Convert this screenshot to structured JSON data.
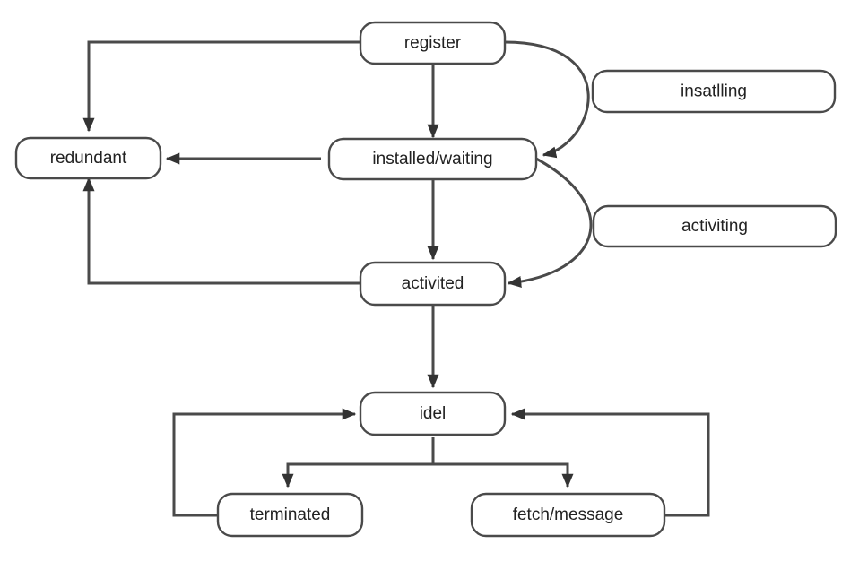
{
  "diagram": {
    "nodes": {
      "register": "register",
      "redundant": "redundant",
      "installed_waiting": "installed/waiting",
      "activited": "activited",
      "idel": "idel",
      "terminated": "terminated",
      "fetch_message": "fetch/message",
      "insatlling": "insatlling",
      "activiting": "activiting"
    },
    "edges": [
      {
        "from": "register",
        "to": "redundant"
      },
      {
        "from": "register",
        "to": "installed/waiting"
      },
      {
        "from": "register",
        "to": "installed/waiting",
        "via": "insatlling"
      },
      {
        "from": "installed/waiting",
        "to": "redundant"
      },
      {
        "from": "installed/waiting",
        "to": "activited"
      },
      {
        "from": "installed/waiting",
        "to": "activited",
        "via": "activiting"
      },
      {
        "from": "activited",
        "to": "redundant"
      },
      {
        "from": "activited",
        "to": "idel"
      },
      {
        "from": "idel",
        "to": "terminated"
      },
      {
        "from": "idel",
        "to": "fetch/message"
      },
      {
        "from": "terminated",
        "to": "idel"
      },
      {
        "from": "fetch/message",
        "to": "idel"
      }
    ],
    "colors": {
      "stroke": "#4a4a4a",
      "arrow": "#333333",
      "text": "#222222",
      "background": "#ffffff"
    }
  }
}
